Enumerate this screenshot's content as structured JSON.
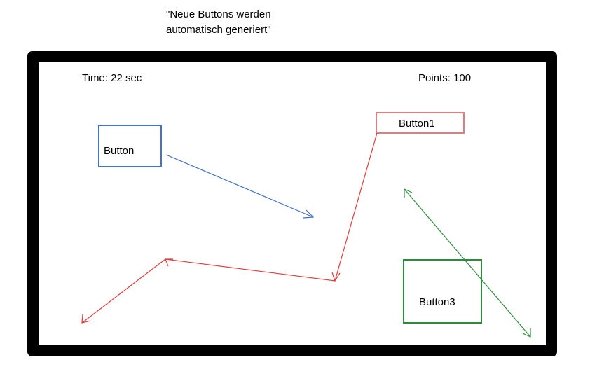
{
  "caption": {
    "line1": "\"Neue Buttons werden",
    "line2": "automatisch generiert\""
  },
  "hud": {
    "time": "Time: 22 sec",
    "points": "Points: 100"
  },
  "buttons": {
    "blue": {
      "label": "Button",
      "color": "#4472c4"
    },
    "red": {
      "label": "Button1",
      "color": "#e87a7a"
    },
    "green": {
      "label": "Button3",
      "color": "#2e8b3e"
    }
  },
  "colors": {
    "frame": "#000000",
    "blue_path": "#4472c4",
    "red_path": "#e03c3c",
    "green_path": "#2e8b3e"
  }
}
